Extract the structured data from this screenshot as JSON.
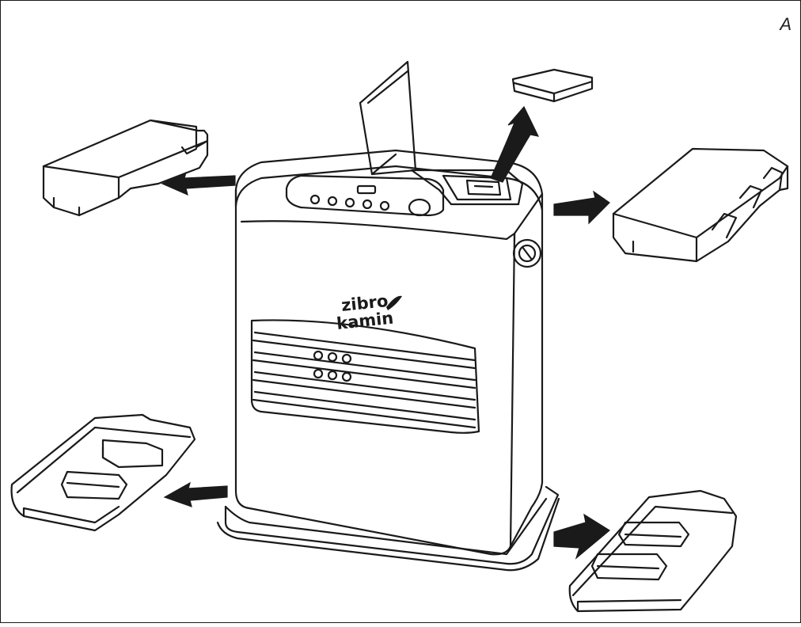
{
  "figure": {
    "label": "A",
    "brand_line1": "zibro",
    "brand_line2": "kamin"
  },
  "colors": {
    "line": "#1a1a1a",
    "background": "#ffffff",
    "arrow_fill": "#1a1a1a"
  },
  "parts": [
    "heater-body",
    "top-left-packing-foam",
    "top-right-packing-foam",
    "bottom-left-packing-foam",
    "bottom-right-packing-foam",
    "small-top-card"
  ]
}
